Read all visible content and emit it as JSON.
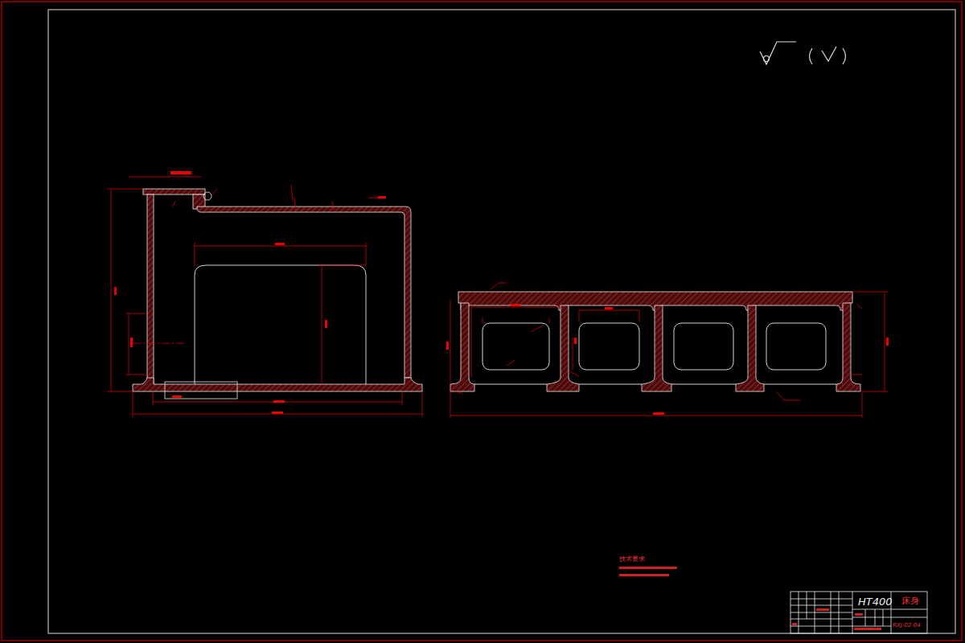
{
  "diagram": {
    "labels": [
      "HT400",
      "床身",
      "RXJ-02-04",
      "技术要求"
    ]
  }
}
